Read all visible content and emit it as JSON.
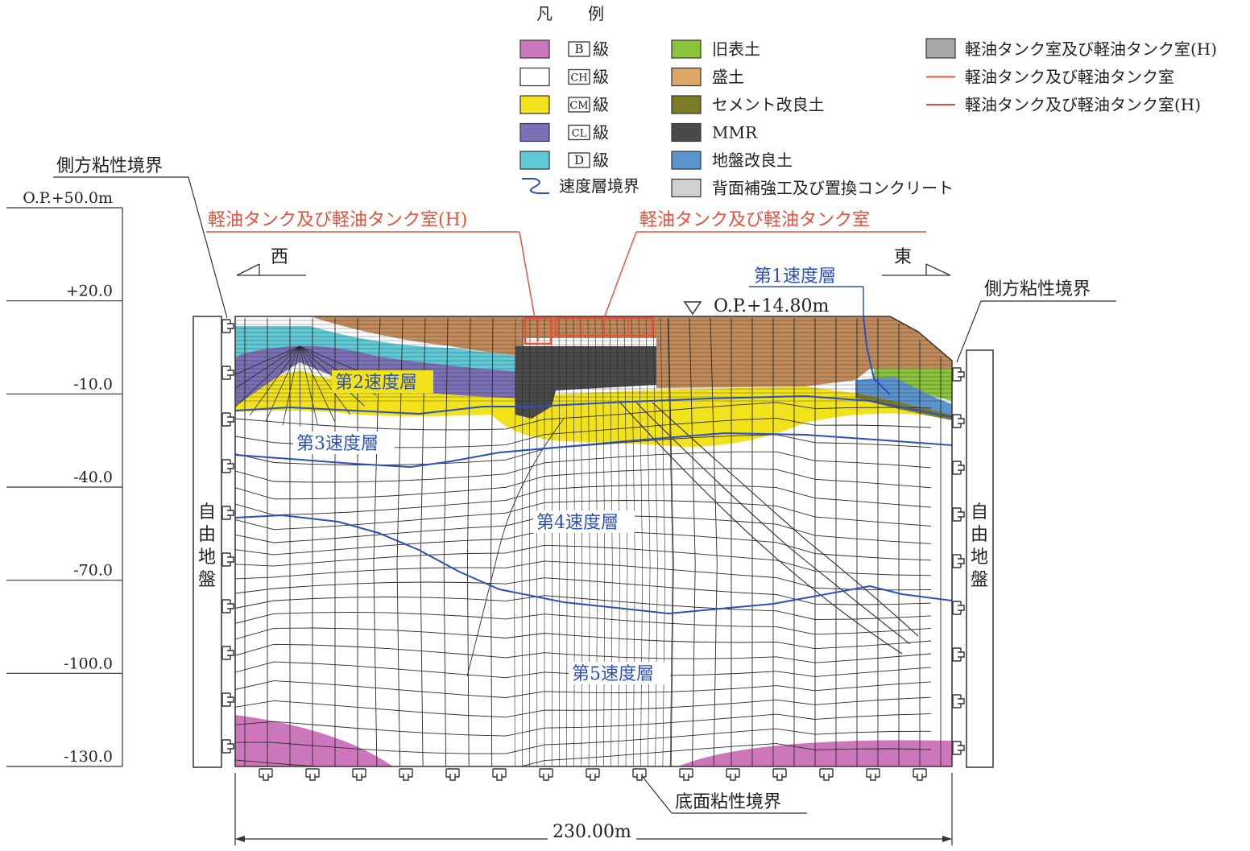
{
  "legend": {
    "title_left": "凡",
    "title_right": "例",
    "rock_classes": [
      {
        "code": "B",
        "suffix": "級",
        "color": "#cc77bb"
      },
      {
        "code": "CH",
        "suffix": "級",
        "color": "#ffffff"
      },
      {
        "code": "CM",
        "suffix": "級",
        "color": "#f2e21c"
      },
      {
        "code": "CL",
        "suffix": "級",
        "color": "#7b6fb5"
      },
      {
        "code": "D",
        "suffix": "級",
        "color": "#5fc9d6"
      }
    ],
    "velocity_boundary": "速度層境界",
    "materials": [
      {
        "label": "旧表土",
        "color": "#8cc43c"
      },
      {
        "label": "盛土",
        "color": "#e0a665"
      },
      {
        "label": "セメント改良土",
        "color": "#7c7c26"
      },
      {
        "label": "MMR",
        "color": "#4a4a4a"
      },
      {
        "label": "地盤改良土",
        "color": "#5b93cf"
      },
      {
        "label": "背面補強工及び置換コンクリート",
        "color": "#d0d0d0"
      }
    ],
    "structures": [
      {
        "label": "軽油タンク室及び軽油タンク室(H)",
        "color": "#a8a8a8"
      },
      {
        "label": "軽油タンク及び軽油タンク室",
        "color": "#e8503a"
      },
      {
        "label": "軽油タンク及び軽油タンク室(H)",
        "color": "#e8503a"
      }
    ]
  },
  "labels": {
    "side_boundary_left": "側方粘性境界",
    "side_boundary_right": "側方粘性境界",
    "bottom_boundary": "底面粘性境界",
    "free_field_left": "自由地盤",
    "free_field_right": "自由地盤",
    "west": "西",
    "east": "東",
    "tank_h": "軽油タンク及び軽油タンク室(H)",
    "tank": "軽油タンク及び軽油タンク室",
    "ground_level": "O.P.+14.80m",
    "width": "230.00m"
  },
  "velocity_layers": [
    "第1速度層",
    "第2速度層",
    "第3速度層",
    "第4速度層",
    "第5速度層"
  ],
  "elevation_scale": [
    {
      "label": "O.P.+50.0m",
      "value": 50
    },
    {
      "label": "+20.0",
      "value": 20
    },
    {
      "label": "-10.0",
      "value": -10
    },
    {
      "label": "-40.0",
      "value": -40
    },
    {
      "label": "-70.0",
      "value": -70
    },
    {
      "label": "-100.0",
      "value": -100
    },
    {
      "label": "-130.0",
      "value": -130
    }
  ]
}
